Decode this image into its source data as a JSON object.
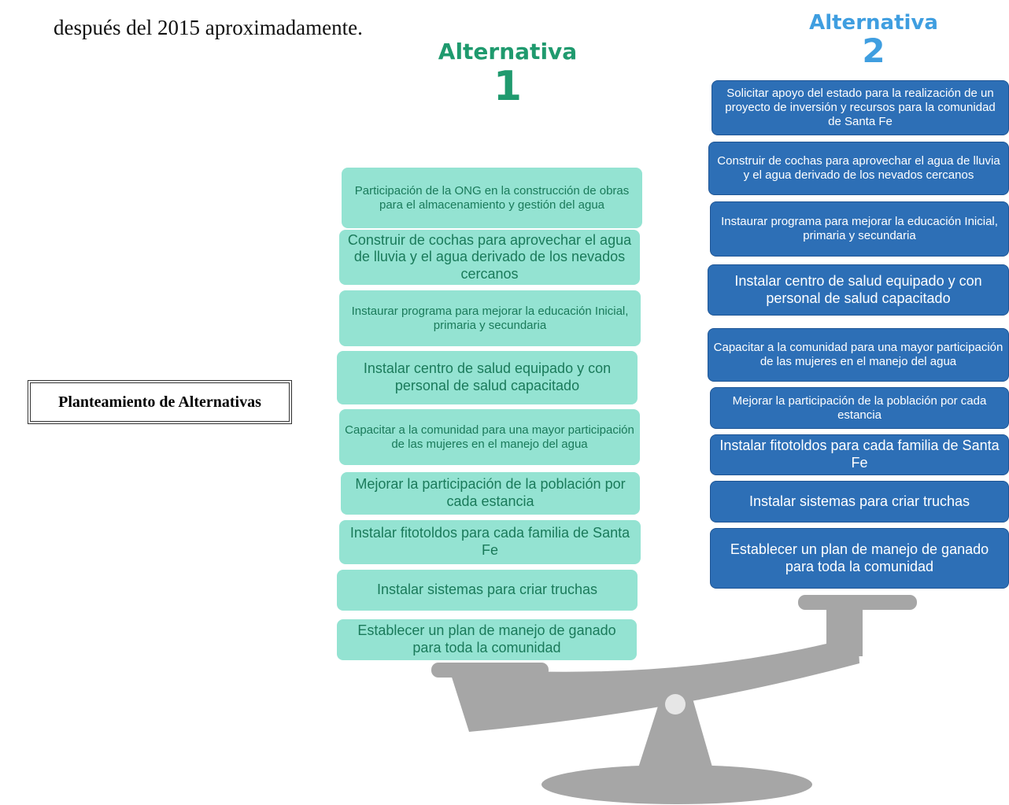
{
  "intro_text": "después del 2015 aproximadamente.",
  "box_label": "Planteamiento de Alternativas",
  "alternative_1": {
    "word": "Alternativa",
    "number": "1",
    "color": "#1f9a6e",
    "card_color": "#94e3d2",
    "items": [
      "Participación de la ONG en la construcción de obras para el almacenamiento y gestión del agua",
      "Construir de cochas para aprovechar el agua de lluvia y el agua derivado de los nevados cercanos",
      "Instaurar programa para mejorar la educación Inicial, primaria y secundaria",
      "Instalar centro de salud equipado y con personal de salud capacitado",
      "Capacitar a la comunidad para una mayor participación de las mujeres en el manejo del agua",
      "Mejorar la participación de la población por cada estancia",
      "Instalar fitotoldos para cada familia de Santa Fe",
      "Instalar sistemas para criar truchas",
      "Establecer un plan de manejo de ganado para toda la comunidad"
    ]
  },
  "alternative_2": {
    "word": "Alternativa",
    "number": "2",
    "color": "#3f9ee0",
    "card_color": "#2d6fb6",
    "items": [
      "Solicitar apoyo del estado para la realización de un proyecto de inversión y recursos para la comunidad de Santa Fe",
      "Construir de cochas para aprovechar el agua de lluvia y el agua derivado de los nevados cercanos",
      "Instaurar programa para mejorar la educación Inicial, primaria y secundaria",
      "Instalar centro de salud equipado y con personal de salud capacitado",
      "Capacitar a la comunidad para una mayor participación de las mujeres en el manejo del agua",
      "Mejorar la participación de la población por cada estancia",
      "Instalar fitotoldos para cada familia de Santa Fe",
      "Instalar sistemas para criar truchas",
      "Establecer un plan de manejo de ganado para toda la comunidad"
    ]
  },
  "scale_color": "#a6a6a6"
}
